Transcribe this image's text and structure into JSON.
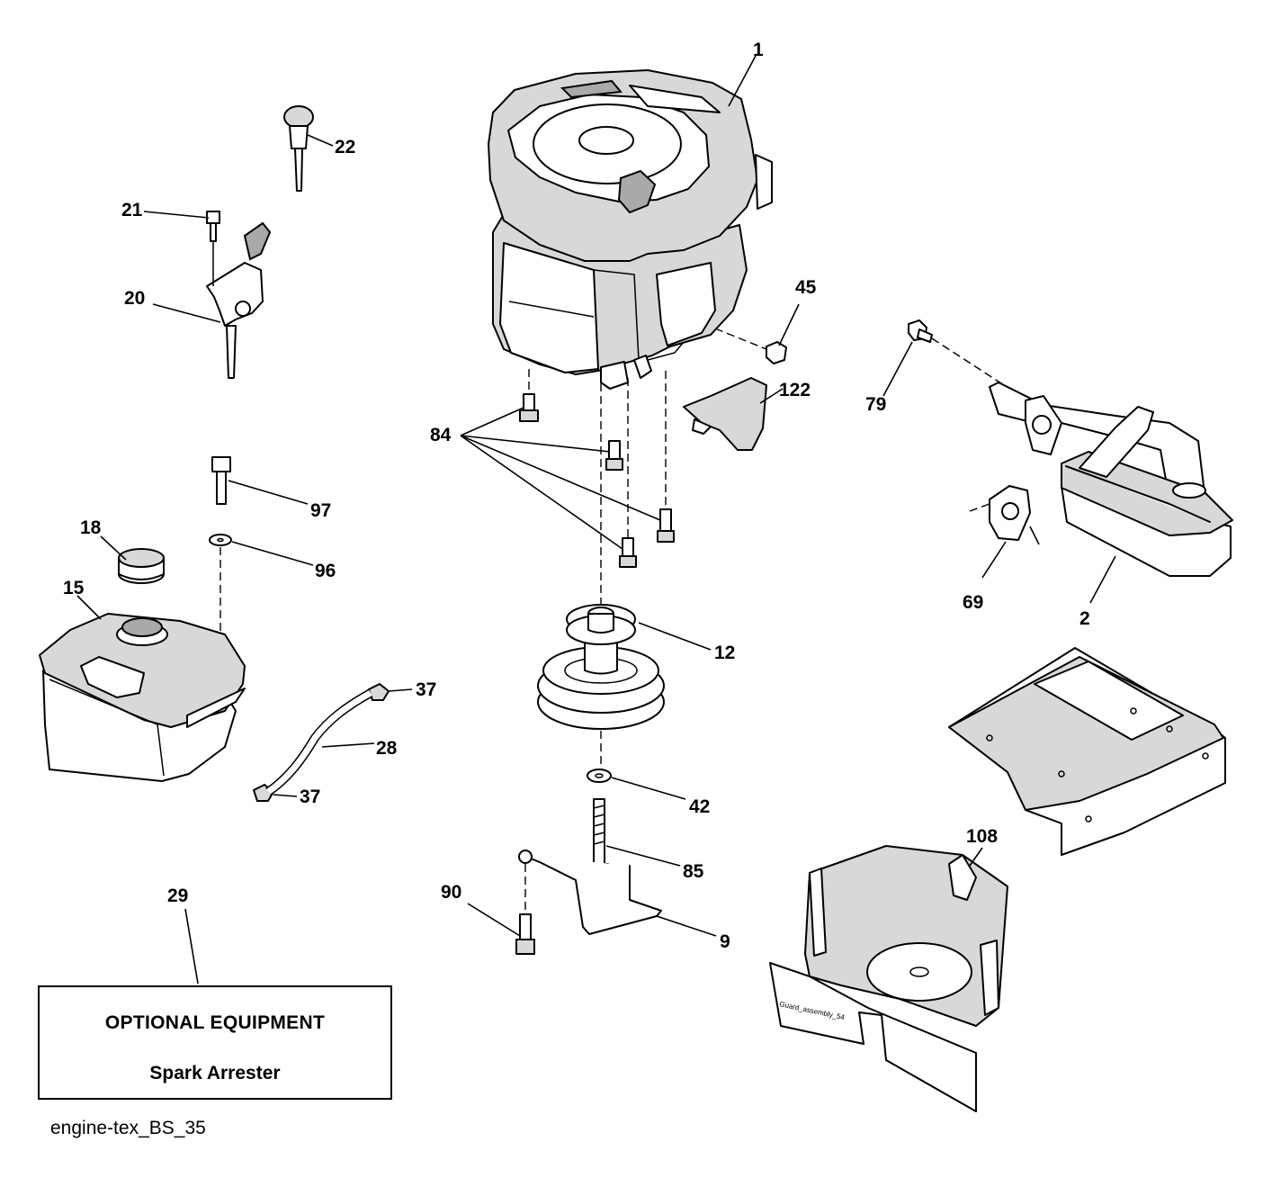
{
  "callouts": {
    "c1": "1",
    "c2": "2",
    "c9": "9",
    "c12": "12",
    "c15": "15",
    "c18": "18",
    "c20": "20",
    "c21": "21",
    "c22": "22",
    "c28": "28",
    "c29": "29",
    "c37a": "37",
    "c37b": "37",
    "c42": "42",
    "c45": "45",
    "c69": "69",
    "c79": "79",
    "c84": "84",
    "c85": "85",
    "c90": "90",
    "c96": "96",
    "c97": "97",
    "c108": "108",
    "c122": "122"
  },
  "optional_box": {
    "title": "OPTIONAL EQUIPMENT",
    "subtitle": "Spark Arrester"
  },
  "guard_stamp": "Guard_assembly_54",
  "footer": {
    "code": "engine-tex_BS_35"
  }
}
